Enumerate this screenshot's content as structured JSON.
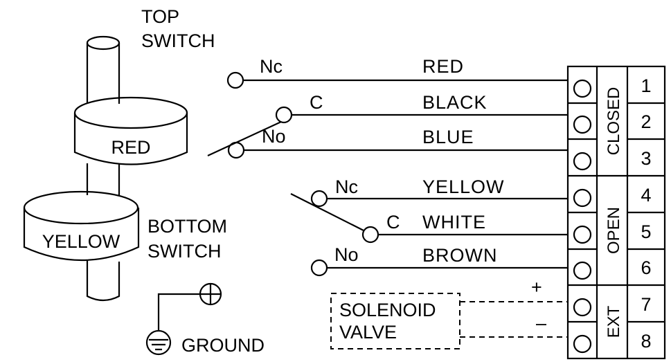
{
  "switch_labels": {
    "top": [
      "TOP",
      "SWITCH"
    ],
    "bottom": [
      "BOTTOM",
      "SWITCH"
    ],
    "top_cam": "RED",
    "bottom_cam": "YELLOW"
  },
  "contacts": [
    "Nc",
    "C",
    "No",
    "Nc",
    "C",
    "No"
  ],
  "wires": [
    "RED",
    "BLACK",
    "BLUE",
    "YELLOW",
    "WHITE",
    "BROWN"
  ],
  "terminals": [
    "1",
    "2",
    "3",
    "4",
    "5",
    "6",
    "7",
    "8"
  ],
  "groups": {
    "closed": "CLOSED",
    "open": "OPEN",
    "ext": "EXT"
  },
  "solenoid": {
    "label": [
      "SOLENOID",
      "VALVE"
    ],
    "plus": "+",
    "minus": "–"
  },
  "ground": "GROUND"
}
